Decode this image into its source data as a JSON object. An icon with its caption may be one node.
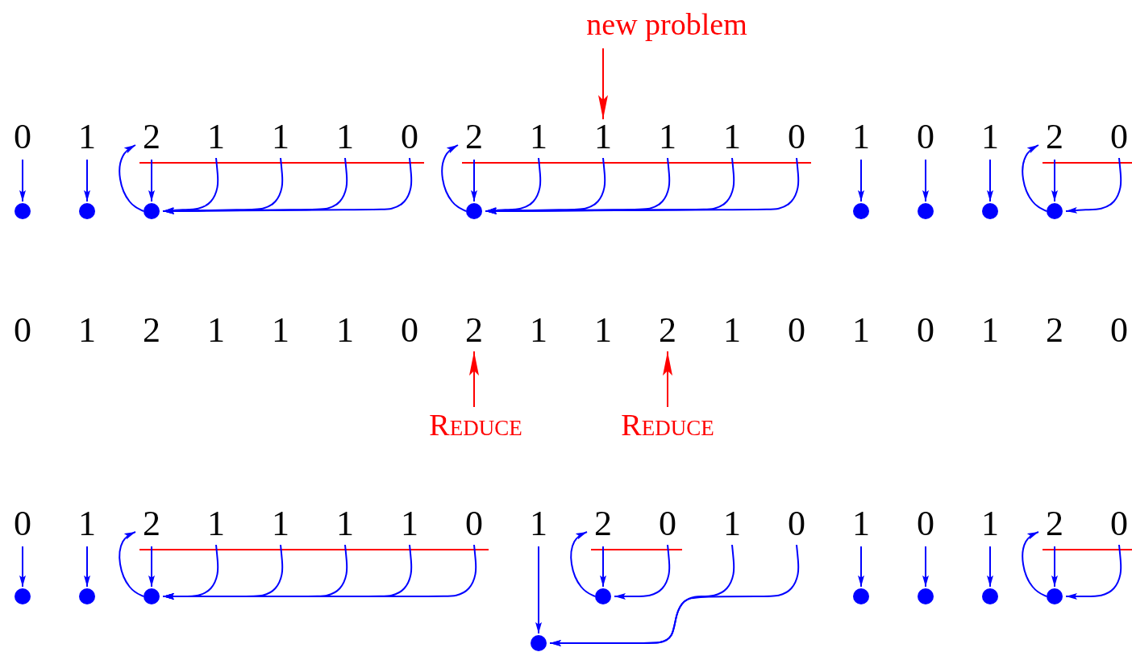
{
  "diagram": {
    "nodes": [
      {
        "text": [
          "new problem"
        ]
      },
      {
        "text": [
          "0"
        ]
      },
      {
        "text": [
          "1"
        ]
      },
      {
        "text": [
          "2"
        ]
      },
      {
        "text": [
          "1"
        ]
      },
      {
        "text": [
          "1"
        ]
      },
      {
        "text": [
          "1"
        ]
      },
      {
        "text": [
          "0"
        ]
      },
      {
        "text": [
          "2"
        ]
      },
      {
        "text": [
          "1"
        ]
      },
      {
        "text": [
          "1"
        ]
      },
      {
        "text": [
          "1"
        ]
      },
      {
        "text": [
          "1"
        ]
      },
      {
        "text": [
          "0"
        ]
      },
      {
        "text": [
          "1"
        ]
      },
      {
        "text": [
          "0"
        ]
      },
      {
        "text": [
          "1"
        ]
      },
      {
        "text": [
          "2"
        ]
      },
      {
        "text": [
          "0"
        ]
      },
      {
        "text": [],
        "shape": "circle"
      },
      {
        "text": [],
        "shape": "circle"
      },
      {
        "text": [],
        "shape": "circle"
      },
      {
        "text": [],
        "shape": "circle"
      },
      {
        "text": [],
        "shape": "circle"
      },
      {
        "text": [],
        "shape": "circle"
      },
      {
        "text": [],
        "shape": "circle"
      },
      {
        "text": [],
        "shape": "circle"
      },
      {
        "text": [
          "0"
        ]
      },
      {
        "text": [
          "1"
        ]
      },
      {
        "text": [
          "2"
        ]
      },
      {
        "text": [
          "1"
        ]
      },
      {
        "text": [
          "1"
        ]
      },
      {
        "text": [
          "1"
        ]
      },
      {
        "text": [
          "0"
        ]
      },
      {
        "text": [
          "2"
        ]
      },
      {
        "text": [
          "1"
        ]
      },
      {
        "text": [
          "1"
        ]
      },
      {
        "text": [
          "2"
        ]
      },
      {
        "text": [
          "1"
        ]
      },
      {
        "text": [
          "0"
        ]
      },
      {
        "text": [
          "1"
        ]
      },
      {
        "text": [
          "0"
        ]
      },
      {
        "text": [
          "1"
        ]
      },
      {
        "text": [
          "2"
        ]
      },
      {
        "text": [
          "0"
        ]
      },
      {
        "text": [
          "Reduce"
        ]
      },
      {
        "text": [
          "Reduce"
        ]
      },
      {
        "text": [
          "0"
        ]
      },
      {
        "text": [
          "1"
        ]
      },
      {
        "text": [
          "2"
        ]
      },
      {
        "text": [
          "1"
        ]
      },
      {
        "text": [
          "1"
        ]
      },
      {
        "text": [
          "1"
        ]
      },
      {
        "text": [
          "1"
        ]
      },
      {
        "text": [
          "0"
        ]
      },
      {
        "text": [
          "1"
        ]
      },
      {
        "text": [
          "2"
        ]
      },
      {
        "text": [
          "0"
        ]
      },
      {
        "text": [
          "1"
        ]
      },
      {
        "text": [
          "0"
        ]
      },
      {
        "text": [
          "1"
        ]
      },
      {
        "text": [
          "0"
        ]
      },
      {
        "text": [
          "1"
        ]
      },
      {
        "text": [
          "2"
        ]
      },
      {
        "text": [
          "0"
        ]
      },
      {
        "text": [],
        "shape": "circle"
      },
      {
        "text": [],
        "shape": "circle"
      },
      {
        "text": [],
        "shape": "circle"
      },
      {
        "text": [],
        "shape": "circle"
      },
      {
        "text": [],
        "shape": "circle"
      },
      {
        "text": [],
        "shape": "circle"
      },
      {
        "text": [],
        "shape": "circle"
      },
      {
        "text": [],
        "shape": "circle"
      },
      {
        "text": [],
        "shape": "circle"
      }
    ],
    "edges": [
      {
        "from": 0,
        "to": 10,
        "arrow": "to",
        "color": "#ff0000"
      },
      {
        "from": 1,
        "to": 19,
        "arrow": "to"
      },
      {
        "from": 2,
        "to": 20,
        "arrow": "to"
      },
      {
        "from": 3,
        "to": 21,
        "arrow": "to"
      },
      {
        "from": 21,
        "to": 3,
        "arrow": "to"
      },
      {
        "from": 4,
        "to": 21,
        "arrow": "to"
      },
      {
        "from": 5,
        "to": 21,
        "arrow": "to"
      },
      {
        "from": 6,
        "to": 21,
        "arrow": "to"
      },
      {
        "from": 7,
        "to": 21,
        "arrow": "to"
      },
      {
        "from": 8,
        "to": 22,
        "arrow": "to"
      },
      {
        "from": 22,
        "to": 8,
        "arrow": "to"
      },
      {
        "from": 9,
        "to": 22,
        "arrow": "to"
      },
      {
        "from": 10,
        "to": 22,
        "arrow": "to"
      },
      {
        "from": 11,
        "to": 22,
        "arrow": "to"
      },
      {
        "from": 12,
        "to": 22,
        "arrow": "to"
      },
      {
        "from": 13,
        "to": 22,
        "arrow": "to"
      },
      {
        "from": 14,
        "to": 23,
        "arrow": "to"
      },
      {
        "from": 15,
        "to": 24,
        "arrow": "to"
      },
      {
        "from": 16,
        "to": 25,
        "arrow": "to"
      },
      {
        "from": 17,
        "to": 26,
        "arrow": "to"
      },
      {
        "from": 26,
        "to": 17,
        "arrow": "to"
      },
      {
        "from": 18,
        "to": 26,
        "arrow": "to"
      },
      {
        "from": 45,
        "to": 34,
        "arrow": "to",
        "color": "#ff0000"
      },
      {
        "from": 46,
        "to": 37,
        "arrow": "to",
        "color": "#ff0000"
      },
      {
        "from": 47,
        "to": 65,
        "arrow": "to"
      },
      {
        "from": 48,
        "to": 66,
        "arrow": "to"
      },
      {
        "from": 49,
        "to": 67,
        "arrow": "to"
      },
      {
        "from": 67,
        "to": 49,
        "arrow": "to"
      },
      {
        "from": 50,
        "to": 67,
        "arrow": "to"
      },
      {
        "from": 51,
        "to": 67,
        "arrow": "to"
      },
      {
        "from": 52,
        "to": 67,
        "arrow": "to"
      },
      {
        "from": 53,
        "to": 67,
        "arrow": "to"
      },
      {
        "from": 54,
        "to": 67,
        "arrow": "to"
      },
      {
        "from": 55,
        "to": 68,
        "arrow": "to"
      },
      {
        "from": 56,
        "to": 69,
        "arrow": "to"
      },
      {
        "from": 69,
        "to": 56,
        "arrow": "to"
      },
      {
        "from": 57,
        "to": 69,
        "arrow": "to"
      },
      {
        "from": 58,
        "to": 68,
        "arrow": "to"
      },
      {
        "from": 59,
        "to": 68,
        "arrow": "to"
      },
      {
        "from": 60,
        "to": 70,
        "arrow": "to"
      },
      {
        "from": 61,
        "to": 71,
        "arrow": "to"
      },
      {
        "from": 62,
        "to": 72,
        "arrow": "to"
      },
      {
        "from": 63,
        "to": 73,
        "arrow": "to"
      },
      {
        "from": 73,
        "to": 63,
        "arrow": "to"
      },
      {
        "from": 64,
        "to": 73,
        "arrow": "to"
      }
    ]
  }
}
